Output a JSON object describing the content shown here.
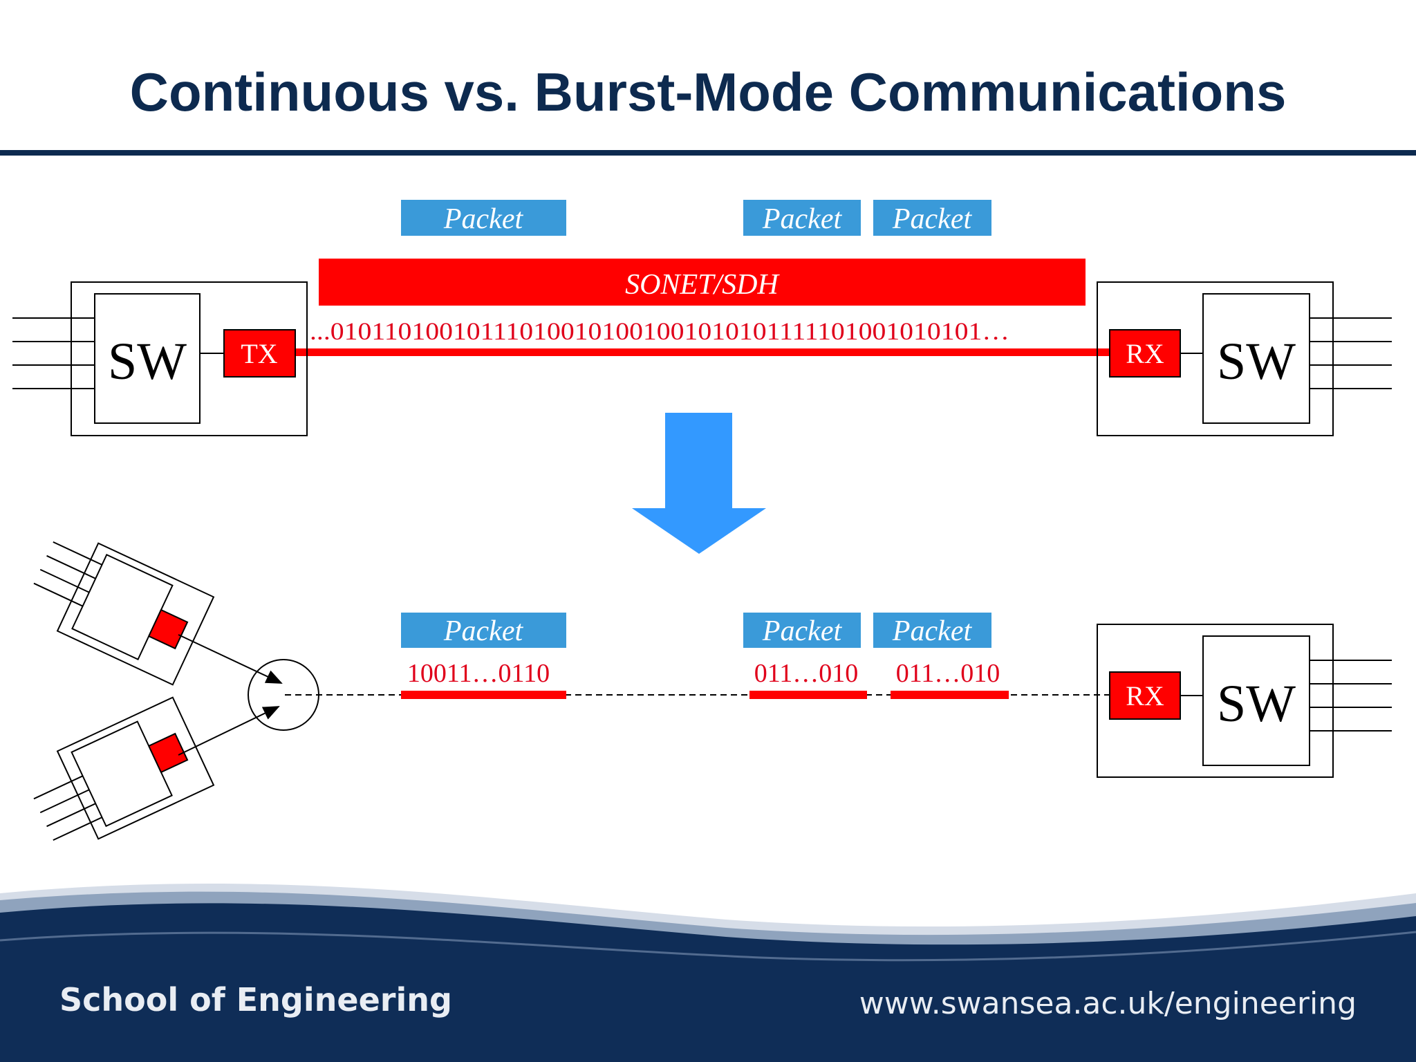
{
  "slide": {
    "title": "Continuous vs. Burst-Mode Communications"
  },
  "continuous": {
    "packets": [
      "Packet",
      "Packet",
      "Packet"
    ],
    "sonet_label": "SONET/SDH",
    "bitstream": "...010110100101110100101001001010101111101001010101…",
    "tx_label": "TX",
    "rx_label": "RX",
    "sw_left": "SW",
    "sw_right": "SW"
  },
  "burst": {
    "packets": [
      "Packet",
      "Packet",
      "Packet"
    ],
    "bursts": [
      "10011…0110",
      "011…010",
      "011…010"
    ],
    "rx_label": "RX",
    "sw_right": "SW"
  },
  "footer": {
    "school": "School of Engineering",
    "url": "www.swansea.ac.uk/engineering"
  },
  "colors": {
    "title": "#0d2a4f",
    "accent_red": "#ff0000",
    "packet_blue": "#3a9ad9",
    "arrow_blue": "#3399ff",
    "footer_navy": "#0f2d57"
  }
}
